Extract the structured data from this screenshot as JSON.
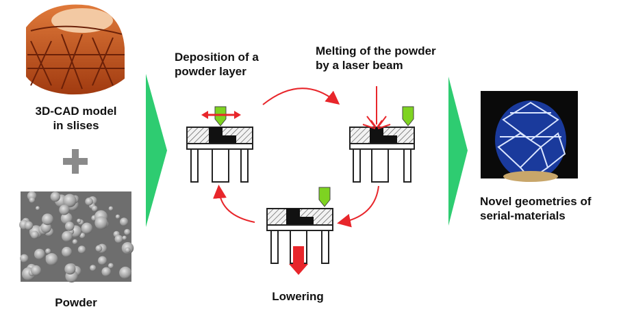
{
  "labels": {
    "cad_line1": "3D-CAD model",
    "cad_line2": "in slises",
    "powder": "Powder",
    "deposition_line1": "Deposition of a",
    "deposition_line2": "powder layer",
    "melting_line1": "Melting of the powder",
    "melting_line2": "by a laser beam",
    "lowering": "Lowering",
    "novel_line1": "Novel geometries of",
    "novel_line2": "serial-materials"
  },
  "colors": {
    "green": "#2ecc71",
    "nozzle_green": "#7ed321",
    "arrow_red": "#e8262b",
    "cad_orange": "#c4541c",
    "render_blue": "#1a3a9c"
  },
  "icons": {
    "plus": "plus-icon",
    "process_arrows": "curved-arrow-icon",
    "flow_arrows": "chevron-right-icon"
  }
}
